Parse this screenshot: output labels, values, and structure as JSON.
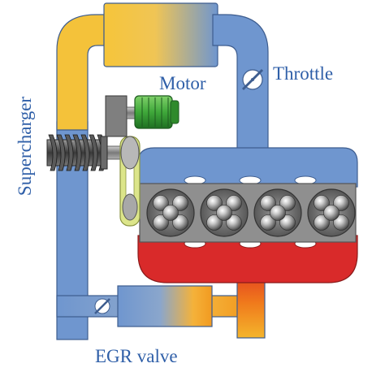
{
  "labels": {
    "supercharger": "Supercharger",
    "motor": "Motor",
    "throttle": "Throttle",
    "egr_valve": "EGR valve"
  },
  "colors": {
    "intake_blue": "#6f96cf",
    "pipe_outline": "#3e5d8f",
    "charged_yellow": "#f4c23a",
    "exhaust_red": "#d92a2a",
    "hot_orange": "#f08a1c",
    "engine_block": "#8f8f8f",
    "motor_green": "#44b03b",
    "belt_yellow": "#dce58a",
    "label_text": "#2f5fa8"
  },
  "components": {
    "cylinder_count": 4,
    "valves_per_cylinder": 5
  }
}
